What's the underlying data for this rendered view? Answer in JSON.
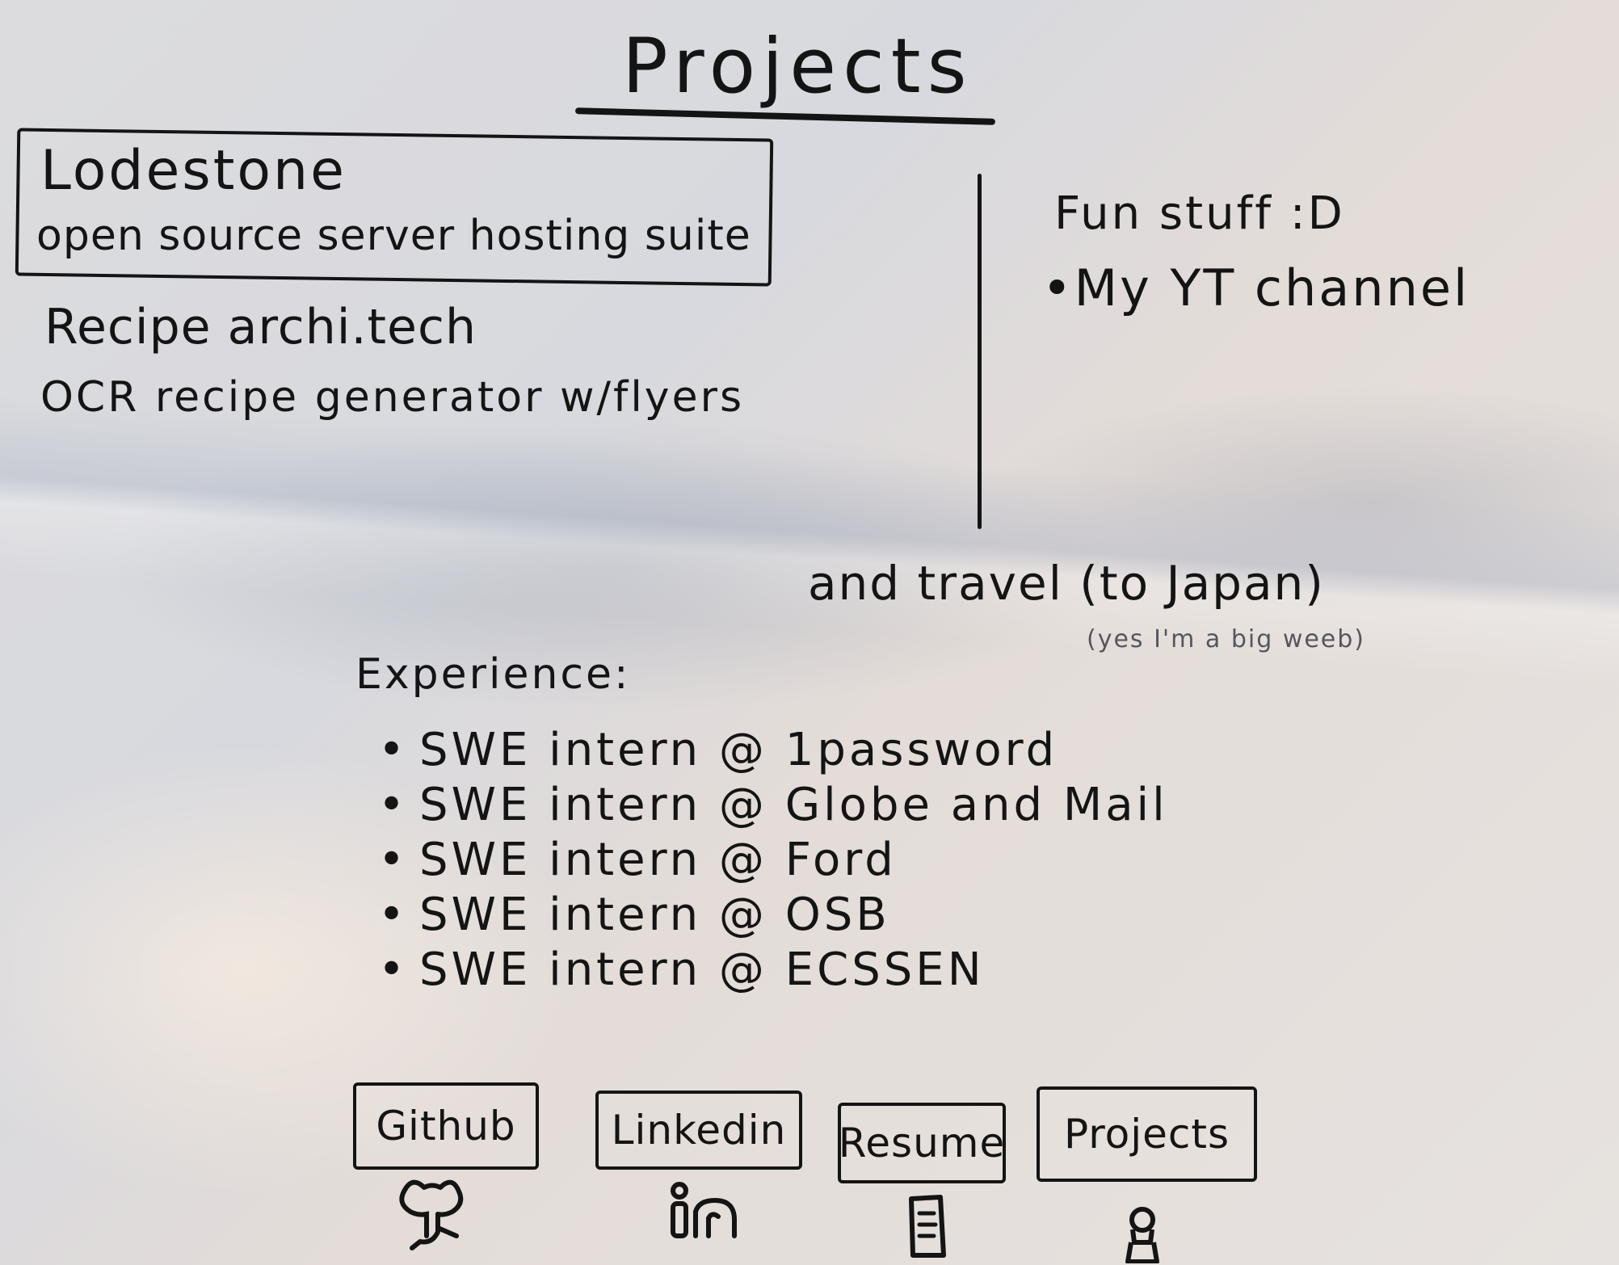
{
  "header": {
    "title": "Projects"
  },
  "projects": [
    {
      "name": "Lodestone",
      "description": "open source server hosting suite"
    },
    {
      "name": "Recipe archi.tech",
      "description": "OCR recipe generator w/flyers"
    }
  ],
  "fun": {
    "title": "Fun stuff :D",
    "items": [
      "•My YT channel"
    ],
    "travel": "and travel (to Japan)",
    "travel_note": "(yes I'm a big weeb)"
  },
  "experience": {
    "title": "Experience:",
    "items": [
      "SWE intern @ 1password",
      "SWE intern @ Globe and Mail",
      "SWE intern @ Ford",
      "SWE intern @ OSB",
      "SWE intern @ ECSSEN"
    ]
  },
  "links": [
    {
      "label": "Github",
      "icon": "github-icon"
    },
    {
      "label": "Linkedin",
      "icon": "linkedin-icon"
    },
    {
      "label": "Resume",
      "icon": "resume-icon"
    },
    {
      "label": "Projects",
      "icon": "projects-icon"
    }
  ],
  "colors": {
    "ink": "#141414",
    "paper": "#dcdcde"
  }
}
